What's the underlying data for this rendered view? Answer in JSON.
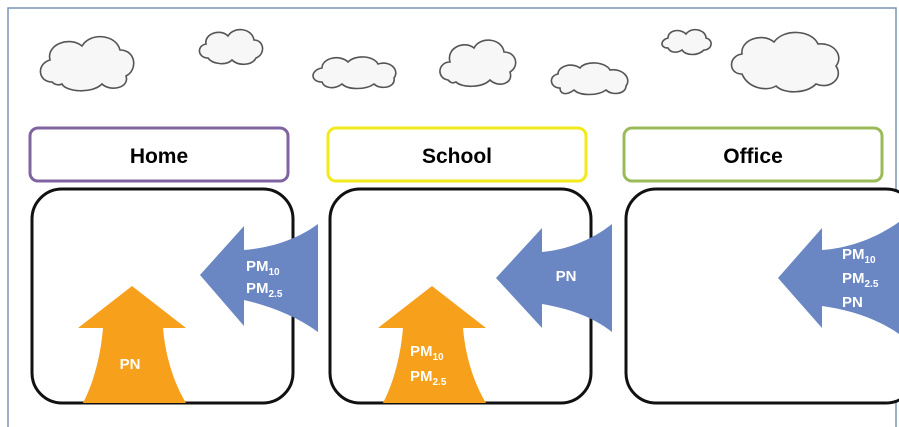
{
  "colors": {
    "frame": "#7b93b8",
    "home_border": "#8064a2",
    "school_border": "#f2ea1a",
    "office_border": "#9bbb59",
    "indoor_arrow": "#f6a01b",
    "outdoor_arrow": "#6a87c4"
  },
  "clouds": [
    "cloud-icon",
    "cloud-icon",
    "cloud-icon",
    "cloud-icon",
    "cloud-icon",
    "cloud-icon",
    "cloud-icon"
  ],
  "environments": [
    {
      "label": "Home",
      "indoor": {
        "line1": "PN"
      },
      "outdoor": {
        "line1_main": "PM",
        "line1_sub": "10",
        "line2_main": "PM",
        "line2_sub": "2.5"
      }
    },
    {
      "label": "School",
      "indoor": {
        "line1_main": "PM",
        "line1_sub": "10",
        "line2_main": "PM",
        "line2_sub": "2.5"
      },
      "outdoor": {
        "line1": "PN"
      }
    },
    {
      "label": "Office",
      "outdoor": {
        "line1_main": "PM",
        "line1_sub": "10",
        "line2_main": "PM",
        "line2_sub": "2.5",
        "line3": "PN"
      }
    }
  ]
}
